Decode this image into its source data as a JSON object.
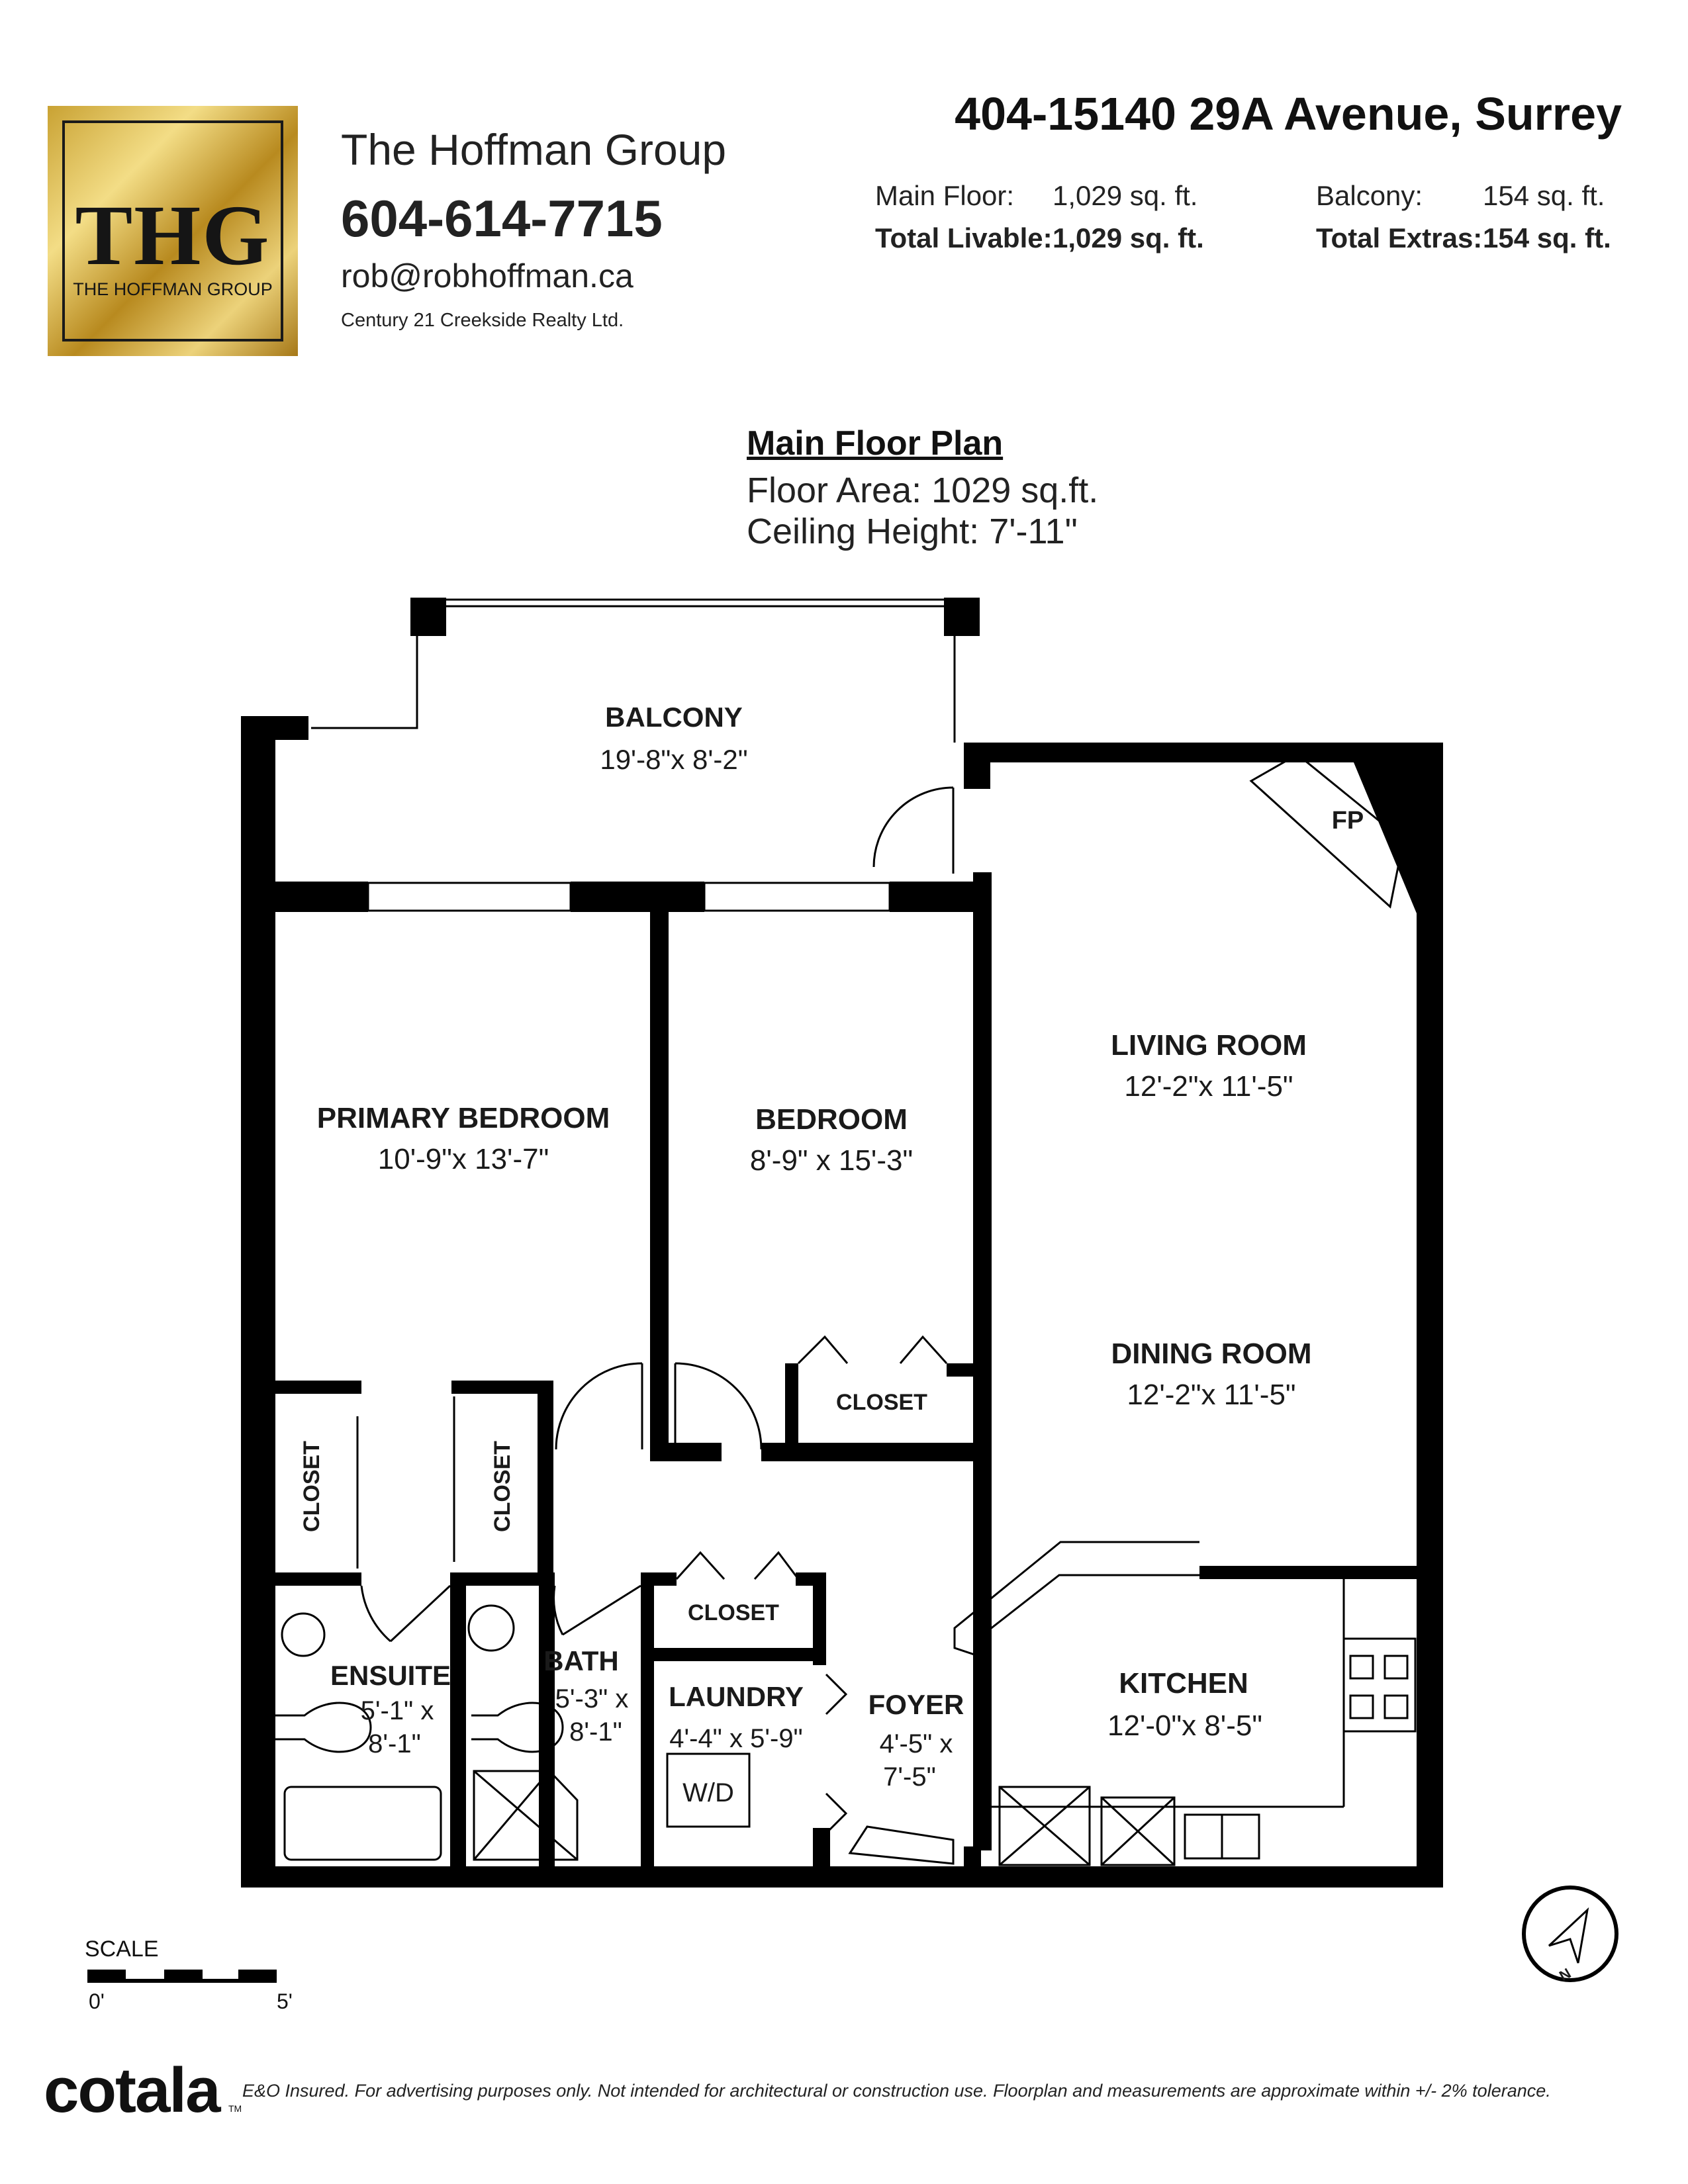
{
  "logo": {
    "mark": "THG",
    "sub": "THE HOFFMAN GROUP"
  },
  "agent": {
    "name": "The Hoffman Group",
    "phone": "604-614-7715",
    "email": "rob@robhoffman.ca",
    "office": "Century 21 Creekside Realty Ltd."
  },
  "address": "404-15140 29A Avenue, Surrey",
  "areas": {
    "main_floor_label": "Main Floor:",
    "main_floor_value": "1,029 sq. ft.",
    "balcony_label": "Balcony:",
    "balcony_value": "154 sq. ft.",
    "total_livable_label": "Total Livable:",
    "total_livable_value": "1,029 sq. ft.",
    "total_extras_label": "Total Extras:",
    "total_extras_value": "154 sq. ft."
  },
  "plan": {
    "title": "Main Floor Plan",
    "floor_area": "Floor Area: 1029 sq.ft.",
    "ceiling_height": "Ceiling Height: 7'-11\""
  },
  "rooms": {
    "balcony": {
      "name": "BALCONY",
      "dims": "19'-8\"x 8'-2\""
    },
    "living": {
      "name": "LIVING ROOM",
      "dims": "12'-2\"x 11'-5\""
    },
    "fireplace": "FP",
    "primary": {
      "name": "PRIMARY BEDROOM",
      "dims": "10'-9\"x 13'-7\""
    },
    "bedroom": {
      "name": "BEDROOM",
      "dims": "8'-9\" x 15'-3\""
    },
    "dining": {
      "name": "DINING ROOM",
      "dims": "12'-2\"x 11'-5\""
    },
    "closet": "CLOSET",
    "ensuite": {
      "name": "ENSUITE",
      "dims1": "5'-1\" x",
      "dims2": "8'-1\""
    },
    "bath": {
      "name": "BATH",
      "dims1": "5'-3\" x",
      "dims2": "8'-1\""
    },
    "laundry": {
      "name": "LAUNDRY",
      "dims": "4'-4\" x 5'-9\"",
      "appliance": "W/D"
    },
    "foyer": {
      "name": "FOYER",
      "dims1": "4'-5\" x",
      "dims2": "7'-5\""
    },
    "kitchen": {
      "name": "KITCHEN",
      "dims": "12'-0\"x 8'-5\""
    }
  },
  "scale": {
    "label": "SCALE",
    "start": "0'",
    "end": "5'"
  },
  "compass": "N",
  "footer": {
    "brand": "cotala",
    "trademark": "TM",
    "disclaimer": "E&O Insured. For advertising purposes only. Not intended for architectural or construction use. Floorplan and measurements are approximate within +/- 2% tolerance."
  }
}
